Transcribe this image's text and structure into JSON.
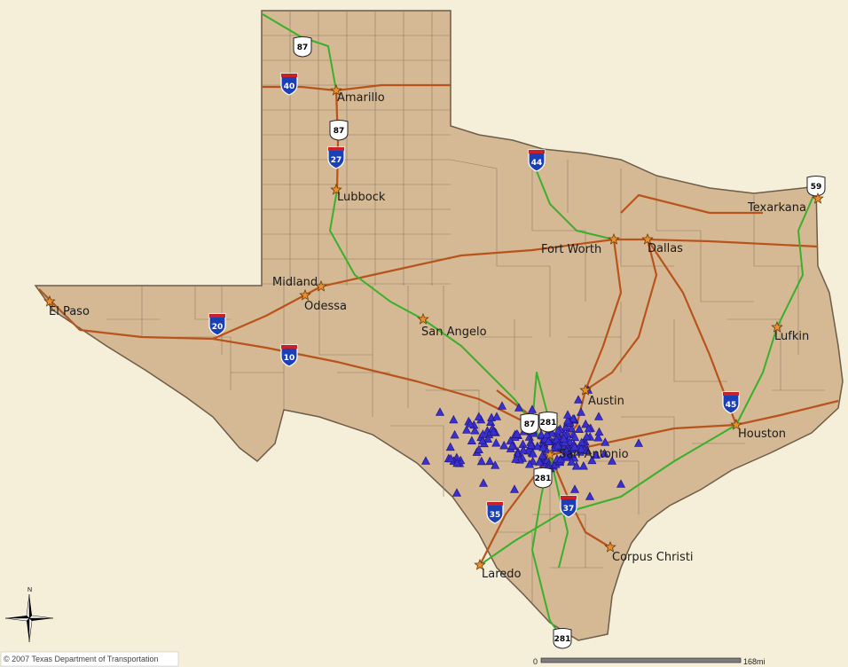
{
  "map": {
    "cities": [
      {
        "name": "Amarillo"
      },
      {
        "name": "Lubbock"
      },
      {
        "name": "Midland"
      },
      {
        "name": "Odessa"
      },
      {
        "name": "El Paso"
      },
      {
        "name": "San Angelo"
      },
      {
        "name": "Fort Worth"
      },
      {
        "name": "Dallas"
      },
      {
        "name": "Texarkana"
      },
      {
        "name": "Lufkin"
      },
      {
        "name": "Austin"
      },
      {
        "name": "Houston"
      },
      {
        "name": "San Antonio"
      },
      {
        "name": "Laredo"
      },
      {
        "name": "Corpus Christi"
      }
    ],
    "highway_shields": [
      {
        "type": "us",
        "number": "87"
      },
      {
        "type": "interstate",
        "number": "40"
      },
      {
        "type": "us",
        "number": "87"
      },
      {
        "type": "interstate",
        "number": "27"
      },
      {
        "type": "interstate",
        "number": "44"
      },
      {
        "type": "us",
        "number": "59"
      },
      {
        "type": "interstate",
        "number": "20"
      },
      {
        "type": "interstate",
        "number": "10"
      },
      {
        "type": "us",
        "number": "87"
      },
      {
        "type": "us",
        "number": "281"
      },
      {
        "type": "interstate",
        "number": "45"
      },
      {
        "type": "us",
        "number": "281"
      },
      {
        "type": "interstate",
        "number": "35"
      },
      {
        "type": "interstate",
        "number": "37"
      },
      {
        "type": "us",
        "number": "281"
      }
    ],
    "copyright": "© 2007 Texas Department of Transportation",
    "scale": {
      "start_label": "0",
      "end_label": "168mi"
    },
    "compass": {
      "north_label": "N"
    },
    "colors": {
      "land": "#d5b994",
      "county_lines": "#8d7b66",
      "background": "#f5efd9",
      "interstate": "#b8531c",
      "us_highway": "#39b02c",
      "city_marker": "#e8902c",
      "data_marker": "#3a2fd0"
    }
  }
}
